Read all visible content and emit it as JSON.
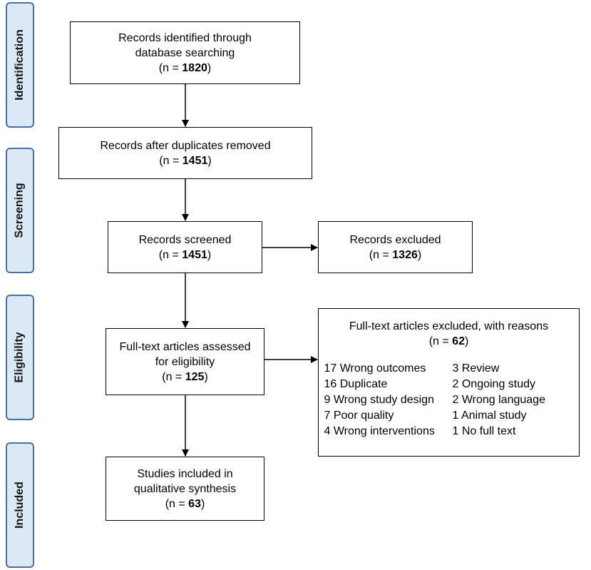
{
  "stages": {
    "identification": "Identification",
    "screening": "Screening",
    "eligibility": "Eligibility",
    "included": "Included"
  },
  "identified": {
    "line1": "Records identified through",
    "line2": "database searching",
    "n_prefix": "(n = ",
    "n": "1820",
    "n_suffix": ")"
  },
  "dedup": {
    "line1": "Records after duplicates removed",
    "n_prefix": "(n = ",
    "n": "1451",
    "n_suffix": ")"
  },
  "screened": {
    "line1": "Records screened",
    "n_prefix": "(n = ",
    "n": "1451",
    "n_suffix": ")"
  },
  "excluded": {
    "line1": "Records excluded",
    "n_prefix": "(n = ",
    "n": "1326",
    "n_suffix": ")"
  },
  "fulltext": {
    "line1": "Full-text articles assessed",
    "line2": "for eligibility",
    "n_prefix": "(n = ",
    "n": "125",
    "n_suffix": ")"
  },
  "reasons": {
    "title": "Full-text articles excluded, with reasons",
    "n_prefix": "(n = ",
    "n": "62",
    "n_suffix": ")",
    "left": [
      "17 Wrong outcomes",
      "16 Duplicate",
      "9 Wrong study design",
      "7 Poor quality",
      "4 Wrong interventions"
    ],
    "right": [
      "3 Review",
      "2 Ongoing study",
      "2 Wrong language",
      "1 Animal study",
      "1 No full text"
    ]
  },
  "included": {
    "line1": "Studies included in",
    "line2": "qualitative synthesis",
    "n_prefix": "(n = ",
    "n": "63",
    "n_suffix": ")"
  },
  "colors": {
    "stage_fill": "#dbe8f6",
    "stage_border": "#4a6fa5",
    "line": "#000000"
  }
}
